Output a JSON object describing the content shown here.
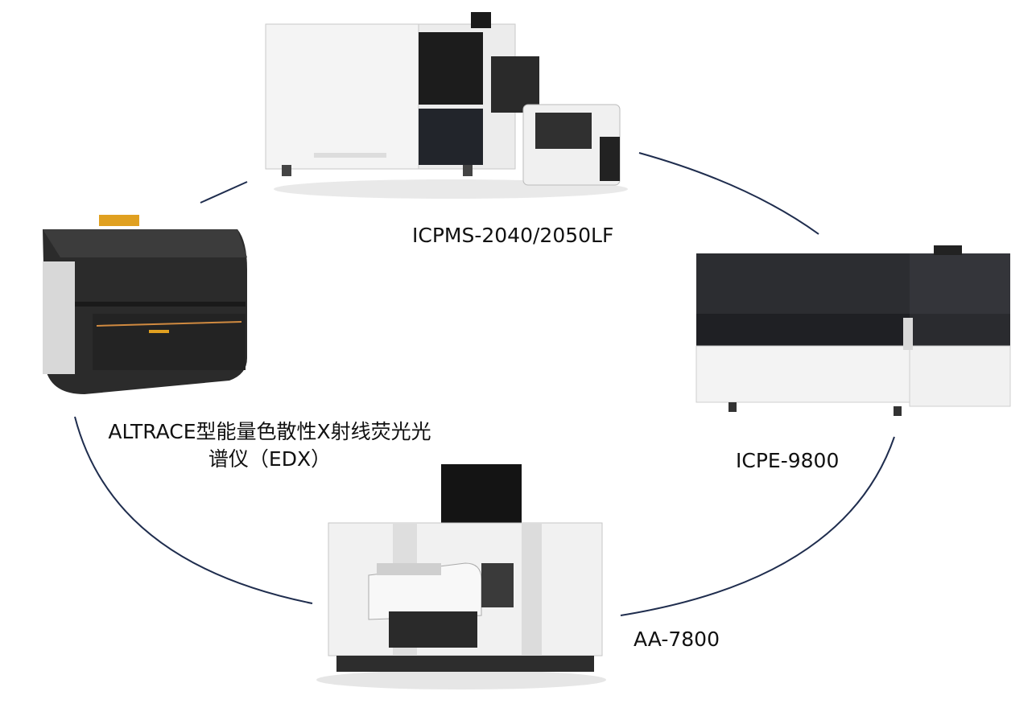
{
  "colors": {
    "connector": "#1f2d4e",
    "background": "#ffffff"
  },
  "instruments": [
    {
      "id": "icpms",
      "label": "ICPMS-2040/2050LF",
      "icon": "mass-spectrometer-image"
    },
    {
      "id": "icpe",
      "label": "ICPE-9800",
      "icon": "emission-spectrometer-image"
    },
    {
      "id": "aa",
      "label": "AA-7800",
      "icon": "atomic-absorption-image"
    },
    {
      "id": "edx",
      "label_line1": "ALTRACE型能量色散性X射线荧光光",
      "label_line2": "谱仪（EDX）",
      "icon": "xrf-analyzer-image"
    }
  ]
}
